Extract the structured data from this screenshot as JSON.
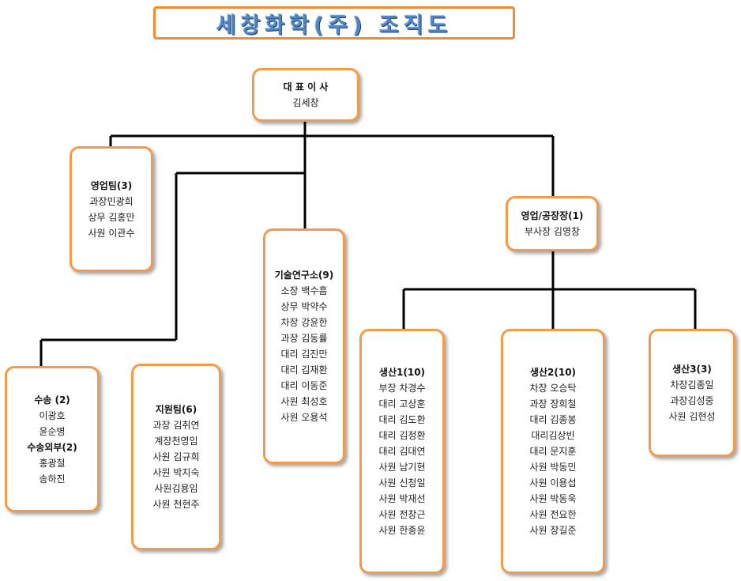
{
  "title": "세창화학(주)  조직도",
  "ceo": {
    "head": "대 표 이 사",
    "members": [
      "김세창"
    ]
  },
  "sales": {
    "head": "영업팀(3)",
    "members": [
      "과장민광희",
      "상무 김홍만",
      "사원 이관수"
    ]
  },
  "rnd": {
    "head": "기술연구소(9)",
    "members": [
      "소장 백수흠",
      "상무 박약수",
      "차장 강윤한",
      "과장 김동률",
      "대리 김진만",
      "대리 김재환",
      "대리 이동준",
      "사원 최성호",
      "사원 오용석"
    ]
  },
  "factory_head": {
    "head": "영업/공장장(1)",
    "members": [
      "부사장 김영창"
    ]
  },
  "transport": {
    "head": "수송 (2)",
    "members": [
      "이광호",
      "윤순병"
    ],
    "head2": "수송외부(2)",
    "members2": [
      "홍광철",
      "송하진"
    ]
  },
  "support": {
    "head": "지원팀(6)",
    "members": [
      "과장 김취연",
      "계장천영임",
      "사원 김규희",
      "사원 박지숙",
      "사원김용임",
      "사원 천현주"
    ]
  },
  "prod1": {
    "head": "생산1(10)",
    "members": [
      "부장 차경수",
      "대리 고상훈",
      "대리 김도환",
      "대리 김정환",
      "대리 김대연",
      "사원 남기현",
      "사원 신청일",
      "사원 박재선",
      "사원 전창근",
      "사원 한종윤"
    ]
  },
  "prod2": {
    "head": "생산2(10)",
    "members": [
      "차장 오승탁",
      "과장 장희철",
      "대리 김종봉",
      "대리김상빈",
      "대리 문지훈",
      "사원 박동민",
      "사원 이용섭",
      "사원 박동욱",
      "사원 전요한",
      "사원 장길준"
    ]
  },
  "prod3": {
    "head": "생산3(3)",
    "members": [
      "차장김종일",
      "과장김성중",
      "사원 김현성"
    ]
  }
}
